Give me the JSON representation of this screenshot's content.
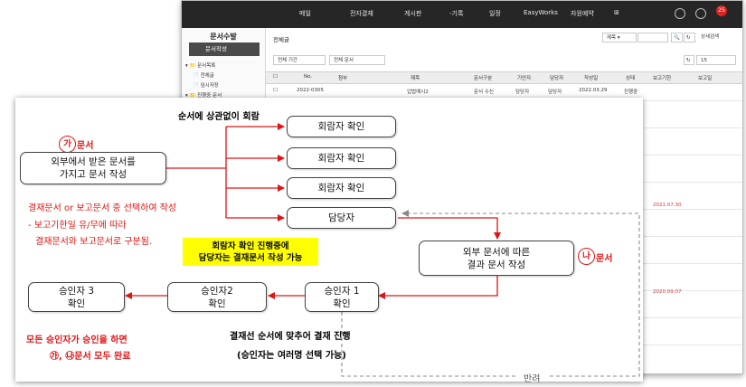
{
  "app": {
    "nav": [
      "메일",
      "전자결재",
      "게시판",
      "-기록",
      "일정",
      "EasyWorks",
      "자원예약"
    ],
    "notify_count": "25",
    "sidebar": {
      "title": "문서수발",
      "action": "문서작성",
      "tree": [
        "▾ 📁 문서목록",
        "📄 전체글",
        "📄 임시저장",
        "▾ 📁 진행중 문서"
      ]
    },
    "main": {
      "title": "전체글",
      "search_label": "제목 ▾",
      "detail_search": "상세검색",
      "filters": [
        "전체 기간",
        "전체 문서"
      ],
      "page_size": "15",
      "columns": [
        "No.",
        "첨부",
        "제목",
        "문서구분",
        "기안자",
        "담당자",
        "작성일",
        "상태",
        "보고기한",
        "보고일"
      ],
      "row1": [
        "2022-0305",
        "",
        "입법예시2",
        "문서 수신",
        "담당자",
        "담당자",
        "2022.03.29",
        "진행중"
      ],
      "red_dates": [
        "2021.07.30",
        "2020.09.07"
      ]
    }
  },
  "diagram": {
    "top_label": "순서에 상관없이 회람",
    "doc_a_circle": "가",
    "doc_a_label": "문서",
    "source_box": [
      "외부에서 받은 문서를",
      "가지고 문서 작성"
    ],
    "notes": [
      "결재문서 or 보고문서 중 선택하여 작성",
      "- 보고기한일 유/무에 따라",
      "결재문서와 보고문서로 구분됨."
    ],
    "reviewers": [
      "회람자 확인",
      "회람자 확인",
      "회람자 확인"
    ],
    "manager": "담당자",
    "highlight": [
      "회람자 확인 진행중에",
      "담당자는 결재문서 작성 가능"
    ],
    "external_box": [
      "외부 문서에 따른",
      "결과 문서 작성"
    ],
    "doc_b_circle": "나",
    "doc_b_label": "문서",
    "approver1": [
      "승인자 1",
      "확인"
    ],
    "approver2": [
      "승인자2",
      "확인"
    ],
    "approver3": [
      "승인자 3",
      "확인"
    ],
    "approval_note": [
      "결재선 순서에 맞추어 결재 진행",
      "(승인자는 여러명 선택 가능)"
    ],
    "done_note": [
      "모든 승인자가 승인을 하면",
      "㉮, ㉯문서 모두 완료"
    ],
    "reject_label": "반려"
  }
}
